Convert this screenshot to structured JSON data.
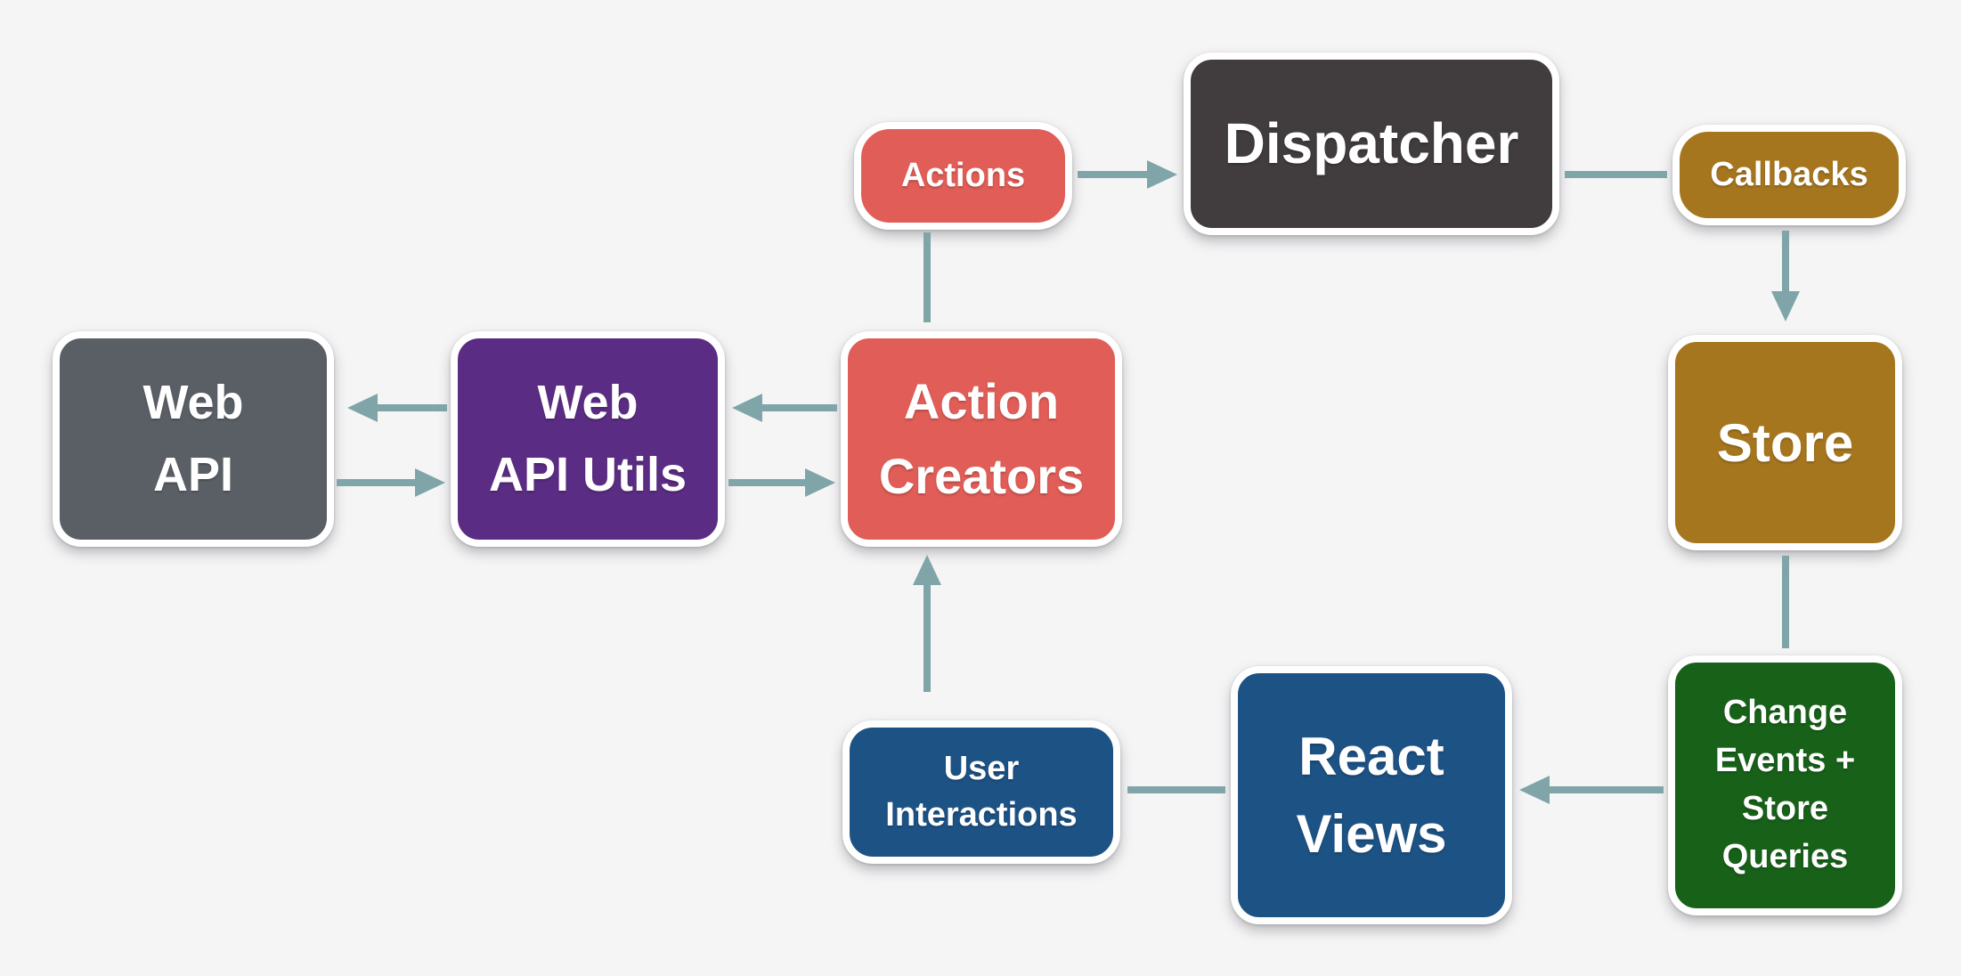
{
  "diagram": {
    "description": "Flux data flow diagram",
    "colors": {
      "background": "#F6F5F6",
      "connector": "#7FA5A9",
      "salmon": "#E15D57",
      "dark_gray": "#413C3D",
      "gold": "#A6761F",
      "gray": "#5A5F66",
      "purple": "#5B2C83",
      "blue": "#1D5285",
      "green": "#186119",
      "node_border": "#FFFFFF",
      "text": "#FFFFFF"
    },
    "nodes": {
      "web_api": {
        "label": "Web\nAPI",
        "color": "#5A5F66"
      },
      "web_api_utils": {
        "label": "Web\nAPI Utils",
        "color": "#5B2C83"
      },
      "action_creators": {
        "label": "Action\nCreators",
        "color": "#E15D57"
      },
      "actions": {
        "label": "Actions",
        "color": "#E15D57"
      },
      "dispatcher": {
        "label": "Dispatcher",
        "color": "#413C3D"
      },
      "callbacks": {
        "label": "Callbacks",
        "color": "#A6761F"
      },
      "store": {
        "label": "Store",
        "color": "#A6761F"
      },
      "change_events": {
        "label": "Change\nEvents +\nStore\nQueries",
        "color": "#186119"
      },
      "react_views": {
        "label": "React\nViews",
        "color": "#1D5285"
      },
      "user_interactions": {
        "label": "User\nInteractions",
        "color": "#1D5285"
      }
    },
    "edges": [
      {
        "from": "Actions",
        "to": "Dispatcher",
        "type": "arrow"
      },
      {
        "from": "Action Creators",
        "to": "Actions",
        "type": "line"
      },
      {
        "from": "Dispatcher",
        "to": "Callbacks",
        "type": "line"
      },
      {
        "from": "Callbacks",
        "to": "Store",
        "type": "arrow"
      },
      {
        "from": "Store",
        "to": "Change Events + Store Queries",
        "type": "line"
      },
      {
        "from": "Change Events + Store Queries",
        "to": "React Views",
        "type": "arrow"
      },
      {
        "from": "React Views",
        "to": "User Interactions",
        "type": "line"
      },
      {
        "from": "User Interactions",
        "to": "Action Creators",
        "type": "arrow"
      },
      {
        "from": "Web API Utils",
        "to": "Web API",
        "type": "arrow"
      },
      {
        "from": "Web API",
        "to": "Web API Utils",
        "type": "arrow"
      },
      {
        "from": "Action Creators",
        "to": "Web API Utils",
        "type": "arrow"
      },
      {
        "from": "Web API Utils",
        "to": "Action Creators",
        "type": "arrow"
      }
    ]
  }
}
